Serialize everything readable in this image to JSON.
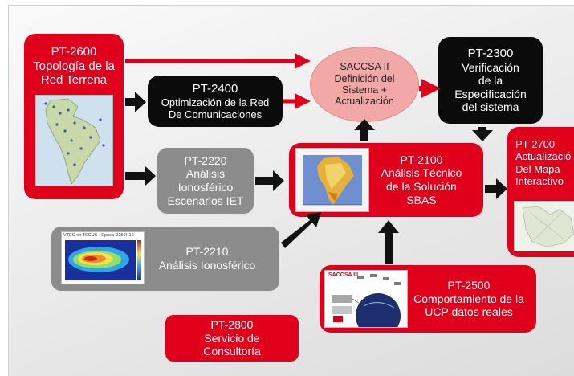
{
  "diagram": {
    "pt2600": {
      "code": "PT-2600",
      "line1": "Topología de la",
      "line2": "Red Terrena"
    },
    "pt2400": {
      "code": "PT-2400",
      "line1": "Optimización de la Red",
      "line2": "De Comunicaciones"
    },
    "saccsa": {
      "line1": "SACCSA  II",
      "line2": "Definición del",
      "line3": "Sistema +",
      "line4": "Actualización"
    },
    "pt2300": {
      "code": "PT-2300",
      "line1": "Verificación",
      "line2": "de la",
      "line3": "Especificación",
      "line4": "del sistema"
    },
    "pt2220": {
      "code": "PT-2220",
      "line1": "Análisis",
      "line2": "Ionosférico",
      "line3": "Escenarios IET"
    },
    "pt2100": {
      "code": "PT-2100",
      "line1": "Análisis Técnico",
      "line2": "de la Solución",
      "line3": "SBAS"
    },
    "pt2700": {
      "code": "PT-2700",
      "line1": "Actualizació",
      "line2": "Del Mapa",
      "line3": "Interactivo"
    },
    "pt2210": {
      "code": "PT-2210",
      "line1": "Análisis Ionosférico",
      "map_caption": "VTEC en TECUS · Época D250H16"
    },
    "pt2500": {
      "code": "PT-2500",
      "line1": "Comportamiento de la",
      "line2": "UCP datos reales",
      "graphic_label": "SACCSA III"
    },
    "pt2800": {
      "code": "PT-2800",
      "line1": "Servicio de",
      "line2": "Consultoría"
    }
  },
  "colors": {
    "red": "#e0001c",
    "black": "#0b0b0b",
    "gray": "#8c8c8c",
    "ellipse": "#f3a8a8",
    "arrow_black": "#111111",
    "arrow_red": "#e0001c"
  }
}
